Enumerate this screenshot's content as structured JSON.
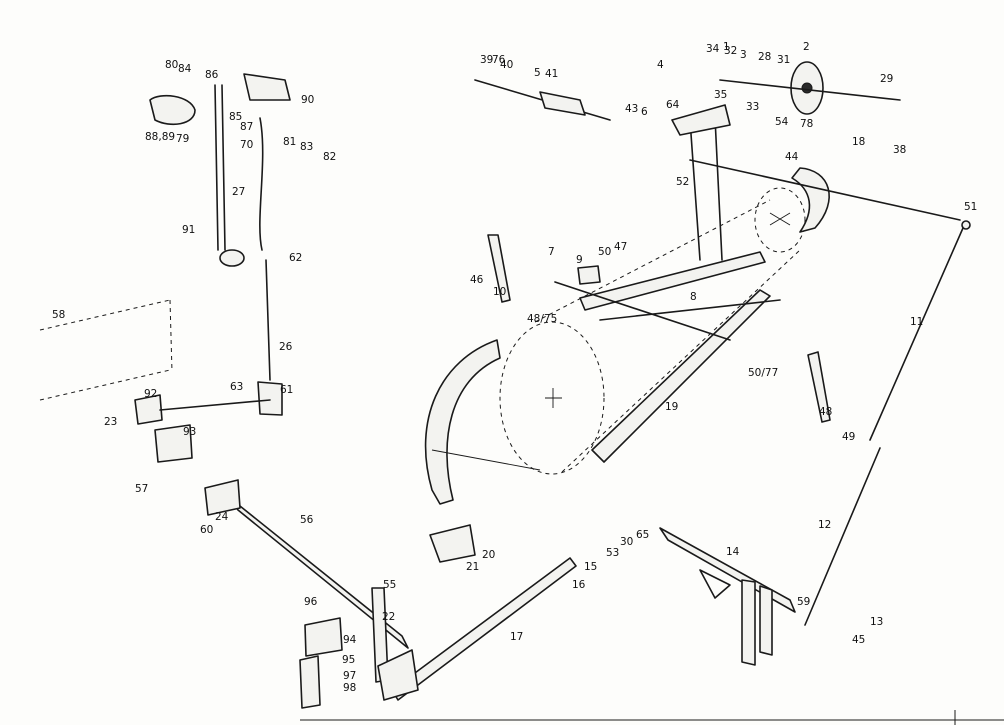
{
  "figure": {
    "callouts": [
      "1",
      "2",
      "3",
      "4",
      "5",
      "6",
      "7",
      "8",
      "9",
      "10",
      "11",
      "12",
      "13",
      "14",
      "15",
      "16",
      "17",
      "18",
      "19",
      "20",
      "21",
      "22",
      "23",
      "24",
      "26",
      "27",
      "28",
      "29",
      "30",
      "31",
      "32",
      "33",
      "34",
      "35",
      "38",
      "39",
      "40",
      "41",
      "43",
      "44",
      "45",
      "46",
      "47",
      "48",
      "48/75",
      "49",
      "50",
      "50/77",
      "51",
      "52",
      "53",
      "54",
      "55",
      "56",
      "57",
      "58",
      "59",
      "60",
      "61",
      "62",
      "63",
      "64",
      "65",
      "70",
      "76",
      "78",
      "79",
      "80",
      "81",
      "82",
      "83",
      "84",
      "85",
      "86",
      "87",
      "88,89",
      "90",
      "91",
      "92",
      "93",
      "94",
      "95",
      "96",
      "97",
      "98"
    ]
  }
}
